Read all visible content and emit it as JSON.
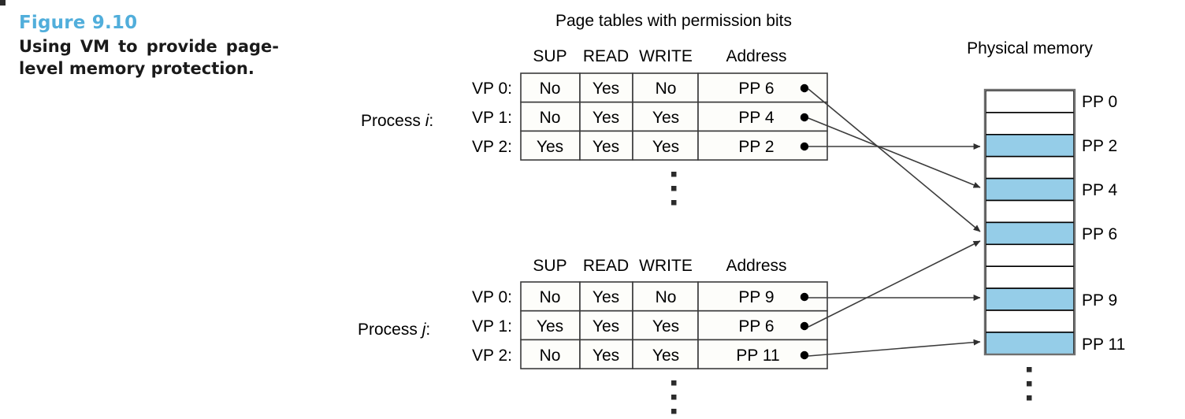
{
  "figure": {
    "number": "Figure 9.10",
    "caption": "Using VM to provide page-level memory protection.",
    "number_color": "#51AEDB"
  },
  "diagram": {
    "page_tables_title": "Page tables with permission bits",
    "physical_memory_title": "Physical memory",
    "column_headers": [
      "SUP",
      "READ",
      "WRITE",
      "Address"
    ],
    "vertical_ellipsis_glyph": "⋮",
    "processes": [
      {
        "label_prefix": "Process ",
        "label_italic": "i",
        "label_suffix": ":",
        "rows": [
          {
            "vp_label": "VP 0:",
            "sup": "No",
            "read": "Yes",
            "write": "No",
            "address": "PP 6",
            "target_frame": 6
          },
          {
            "vp_label": "VP 1:",
            "sup": "No",
            "read": "Yes",
            "write": "Yes",
            "address": "PP 4",
            "target_frame": 4
          },
          {
            "vp_label": "VP 2:",
            "sup": "Yes",
            "read": "Yes",
            "write": "Yes",
            "address": "PP 2",
            "target_frame": 2
          }
        ]
      },
      {
        "label_prefix": "Process ",
        "label_italic": "j",
        "label_suffix": ":",
        "rows": [
          {
            "vp_label": "VP 0:",
            "sup": "No",
            "read": "Yes",
            "write": "No",
            "address": "PP 9",
            "target_frame": 9
          },
          {
            "vp_label": "VP 1:",
            "sup": "Yes",
            "read": "Yes",
            "write": "Yes",
            "address": "PP 6",
            "target_frame": 6
          },
          {
            "vp_label": "VP 2:",
            "sup": "No",
            "read": "Yes",
            "write": "Yes",
            "address": "PP 11",
            "target_frame": 11
          }
        ]
      }
    ],
    "physical_memory": {
      "shaded_color": "#95CDE8",
      "unshaded_color": "#ffffff",
      "frames": [
        {
          "index": 0,
          "label": "PP 0",
          "shaded": false,
          "labeled": true
        },
        {
          "index": 1,
          "label": "",
          "shaded": false,
          "labeled": false
        },
        {
          "index": 2,
          "label": "PP 2",
          "shaded": true,
          "labeled": true
        },
        {
          "index": 3,
          "label": "",
          "shaded": false,
          "labeled": false
        },
        {
          "index": 4,
          "label": "PP 4",
          "shaded": true,
          "labeled": true
        },
        {
          "index": 5,
          "label": "",
          "shaded": false,
          "labeled": false
        },
        {
          "index": 6,
          "label": "PP 6",
          "shaded": true,
          "labeled": true
        },
        {
          "index": 7,
          "label": "",
          "shaded": false,
          "labeled": false
        },
        {
          "index": 8,
          "label": "",
          "shaded": false,
          "labeled": false
        },
        {
          "index": 9,
          "label": "PP 9",
          "shaded": true,
          "labeled": true
        },
        {
          "index": 10,
          "label": "",
          "shaded": false,
          "labeled": false
        },
        {
          "index": 11,
          "label": "PP 11",
          "shaded": true,
          "labeled": true
        }
      ]
    }
  }
}
